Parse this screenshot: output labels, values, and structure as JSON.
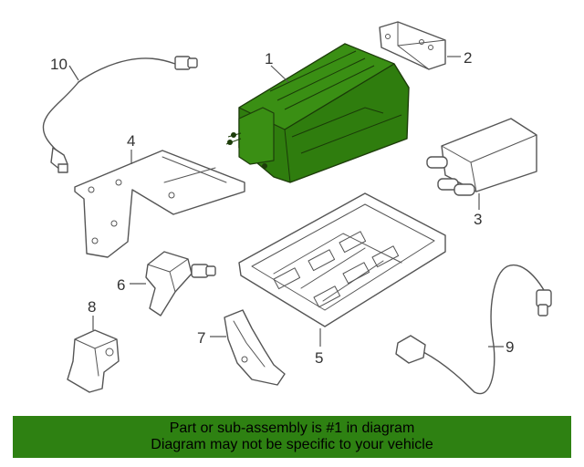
{
  "callouts": {
    "c1": "1",
    "c2": "2",
    "c3": "3",
    "c4": "4",
    "c5": "5",
    "c6": "6",
    "c7": "7",
    "c8": "8",
    "c9": "9",
    "c10": "10"
  },
  "banner": {
    "line1": "Part or sub-assembly is #1 in diagram",
    "line2": "Diagram may not be specific to your vehicle"
  },
  "colors": {
    "highlight": "#2f7d0e",
    "banner_bg": "#2e8112",
    "line_art": "#555555"
  }
}
